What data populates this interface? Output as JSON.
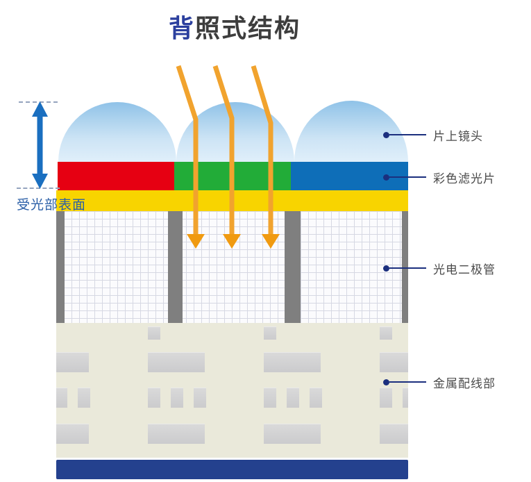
{
  "title": {
    "highlight": "背",
    "rest": "照式结构"
  },
  "annotations": {
    "surface_label": "受光部表面",
    "right_labels": [
      {
        "label": "片上镜头"
      },
      {
        "label": "彩色滤光片"
      },
      {
        "label": "光电二极管"
      },
      {
        "label": "金属配线部"
      }
    ]
  },
  "colors": {
    "title_highlight": "#2b3f9e",
    "title_text": "#3d3d3d",
    "lens_top": "#8fc2e8",
    "lens_bottom": "#e0effa",
    "filter_red": "#e60012",
    "filter_green": "#22ac38",
    "filter_blue": "#0e6eb8",
    "surface_yellow": "#f8d400",
    "grid_line": "#d6d8e3",
    "separator_gray": "#7f7f7f",
    "wiring_beige": "#eae9da",
    "wiring_metal_gray": "#cbcbcd",
    "substrate_navy": "#24418e",
    "light_ray_orange": "#f1a32e",
    "measure_arrow_blue": "#1a6fc0",
    "leader_navy": "#1b2f7e",
    "label_text": "#4a4a4a",
    "surface_label_blue": "#2b5fa7"
  }
}
